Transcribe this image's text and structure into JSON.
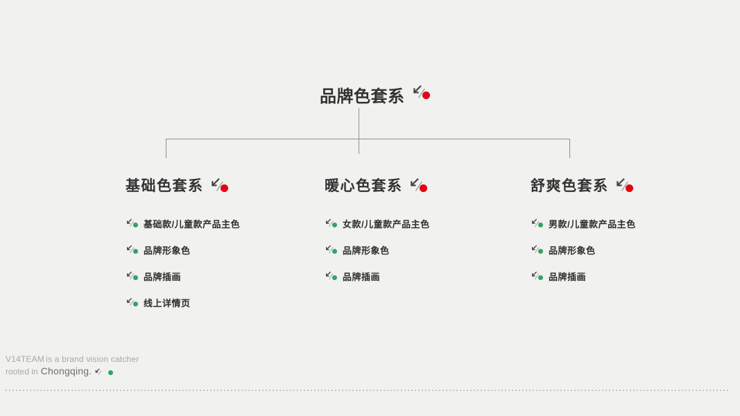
{
  "page": {
    "background": "#f1f1ef",
    "accent_red": "#e60013",
    "accent_green": "#34a265",
    "line_color": "#8f8f8f",
    "text_dark": "#323232",
    "footer_text": "#a7a7a6"
  },
  "icons": {
    "node_marker": "arrow-down-left-with-slash",
    "node_dot": "filled-circle"
  },
  "root": {
    "title": "品牌色套系"
  },
  "columns": [
    {
      "title": "基础色套系",
      "items": [
        "基础款/儿童款产品主色",
        "品牌形象色",
        "品牌插画",
        "线上详情页"
      ]
    },
    {
      "title": "暖心色套系",
      "items": [
        "女款/儿童款产品主色",
        "品牌形象色",
        "品牌插画"
      ]
    },
    {
      "title": "舒爽色套系",
      "items": [
        "男款/儿童款产品主色",
        "品牌形象色",
        "品牌插画"
      ]
    }
  ],
  "footer": {
    "brand": "V14TEAM",
    "line1_rest": "is a brand vision catcher",
    "line2_prefix": "rooted in",
    "place": "Chongqing."
  }
}
